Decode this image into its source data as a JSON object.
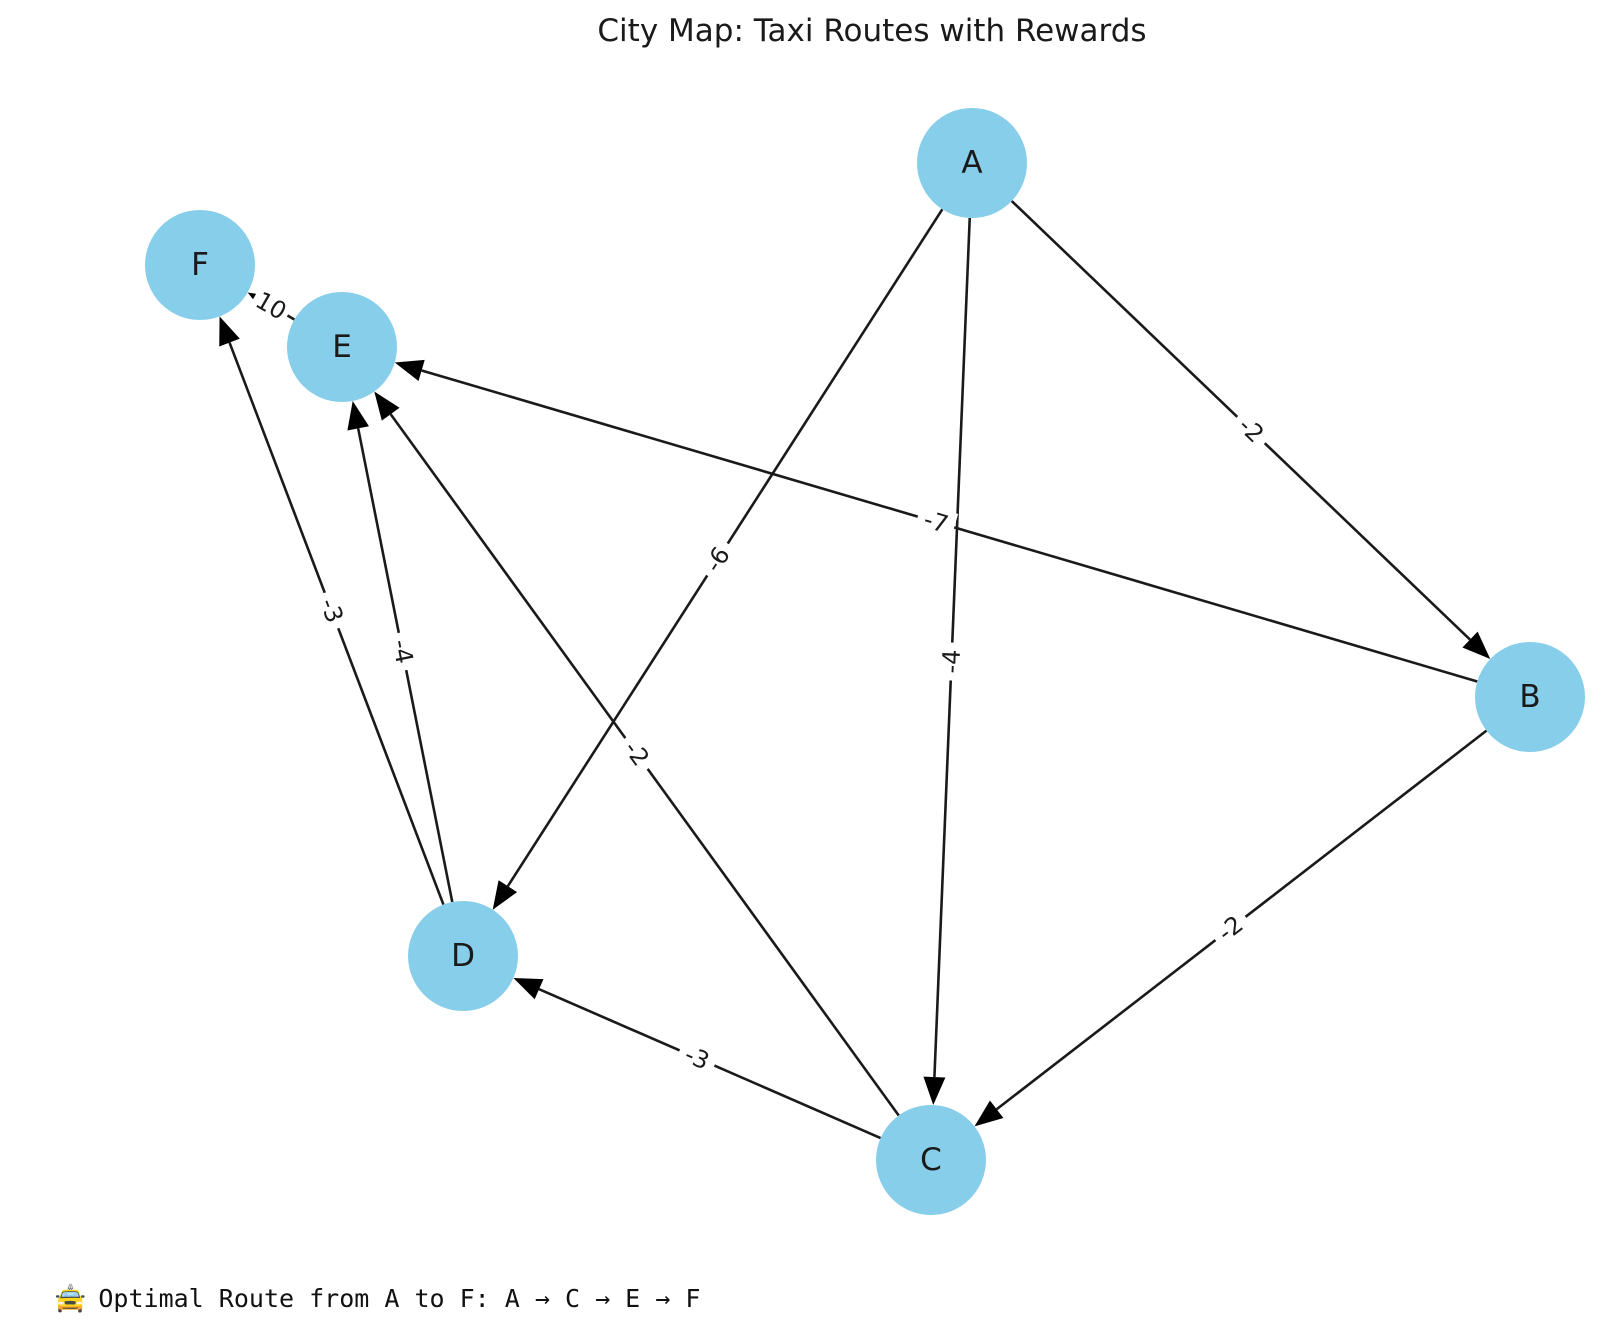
{
  "title": "City Map: Taxi Routes with Rewards",
  "colors": {
    "node_fill": "#87CEEB",
    "edge": "#1a1a1a",
    "text": "#1a1a1a",
    "background": "#ffffff"
  },
  "nodes": [
    {
      "id": "A",
      "label": "A"
    },
    {
      "id": "B",
      "label": "B"
    },
    {
      "id": "C",
      "label": "C"
    },
    {
      "id": "D",
      "label": "D"
    },
    {
      "id": "E",
      "label": "E"
    },
    {
      "id": "F",
      "label": "F"
    }
  ],
  "edges": [
    {
      "from": "A",
      "to": "B",
      "label": "-2"
    },
    {
      "from": "A",
      "to": "C",
      "label": "-4"
    },
    {
      "from": "A",
      "to": "D",
      "label": "-6"
    },
    {
      "from": "B",
      "to": "C",
      "label": "-2"
    },
    {
      "from": "B",
      "to": "E",
      "label": "-7"
    },
    {
      "from": "C",
      "to": "D",
      "label": "-3"
    },
    {
      "from": "C",
      "to": "E",
      "label": "-2"
    },
    {
      "from": "D",
      "to": "E",
      "label": "-4"
    },
    {
      "from": "D",
      "to": "F",
      "label": "-3"
    },
    {
      "from": "E",
      "to": "F",
      "label": "10"
    }
  ],
  "route": {
    "icon": "🚖",
    "icon_name": "taxi-icon",
    "text": "Optimal Route from A to F: A → C → E → F"
  }
}
